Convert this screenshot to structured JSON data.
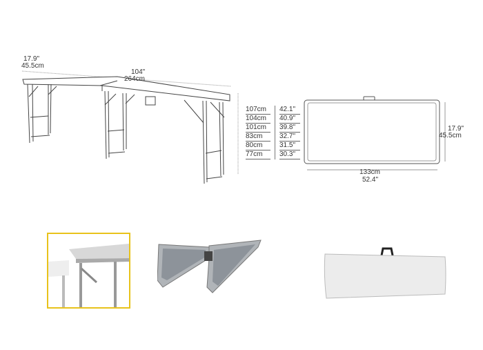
{
  "side_view": {
    "depth_in": "17.9\"",
    "depth_cm": "45.5cm",
    "length_in": "104\"",
    "length_cm": "264cm"
  },
  "height_table": {
    "rows": [
      {
        "cm": "107cm",
        "in": "42.1\""
      },
      {
        "cm": "104cm",
        "in": "40.9\""
      },
      {
        "cm": "101cm",
        "in": "39.8\""
      },
      {
        "cm": "83cm",
        "in": "32.7\""
      },
      {
        "cm": "80cm",
        "in": "31.5\""
      },
      {
        "cm": "77cm",
        "in": "30.3\""
      }
    ]
  },
  "folded_view": {
    "width_in": "17.9\"",
    "width_cm": "45.5cm",
    "length_cm": "133cm",
    "length_in": "52.4\""
  },
  "colors": {
    "highlight_border": "#e8c21a",
    "table_top": "#e6e6e6",
    "frame": "#555555"
  }
}
